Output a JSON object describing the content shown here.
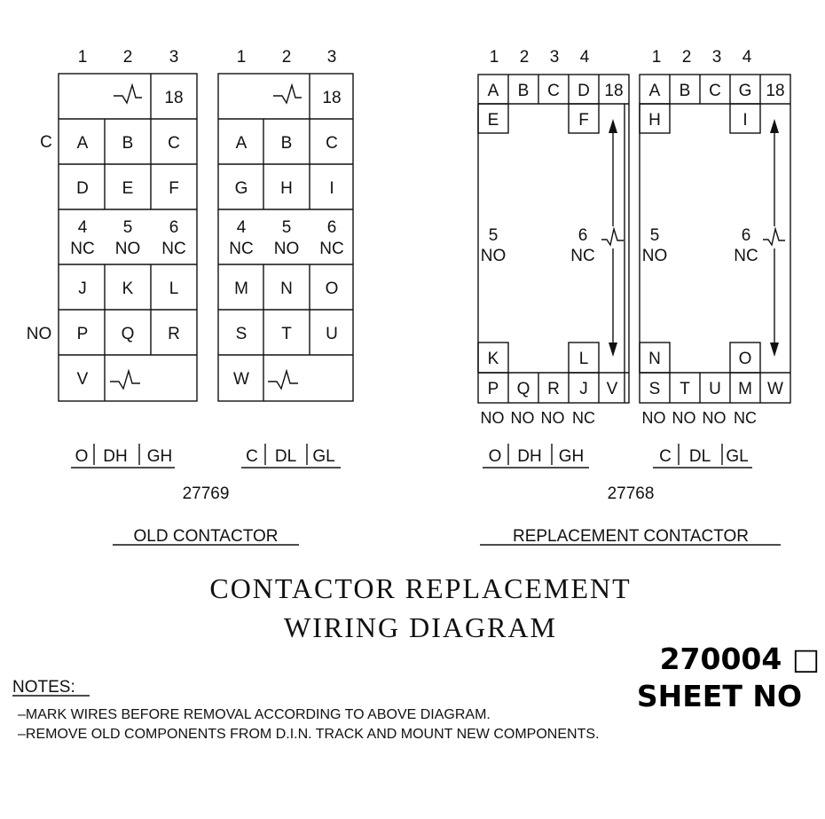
{
  "old": {
    "col_nums": [
      "1",
      "2",
      "3",
      "1",
      "2",
      "3"
    ],
    "side_c": "C",
    "side_no": "NO",
    "cell_18": "18",
    "left": {
      "row1": [
        "A",
        "B",
        "C"
      ],
      "row2": [
        "D",
        "E",
        "F"
      ],
      "row3_num": [
        "4",
        "5",
        "6"
      ],
      "row3_type": [
        "NC",
        "NO",
        "NC"
      ],
      "row4": [
        "J",
        "K",
        "L"
      ],
      "row5": [
        "P",
        "Q",
        "R"
      ],
      "row6": "V"
    },
    "right": {
      "row1": [
        "A",
        "B",
        "C"
      ],
      "row2": [
        "G",
        "H",
        "I"
      ],
      "row3_num": [
        "4",
        "5",
        "6"
      ],
      "row3_type": [
        "NC",
        "NO",
        "NC"
      ],
      "row4": [
        "M",
        "N",
        "O"
      ],
      "row5": [
        "S",
        "T",
        "U"
      ],
      "row6": "W"
    },
    "codes_left": [
      "O",
      "DH",
      "GH"
    ],
    "codes_right": [
      "C",
      "DL",
      "GL"
    ],
    "part_number": "27769",
    "caption": "OLD CONTACTOR"
  },
  "repl": {
    "col_nums": [
      "1",
      "2",
      "3",
      "4",
      "1",
      "2",
      "3",
      "4"
    ],
    "cell_18": "18",
    "left": {
      "top": [
        "A",
        "B",
        "C",
        "D"
      ],
      "e": "E",
      "f": "F",
      "mid_left_num": "5",
      "mid_left_type": "NO",
      "mid_right_num": "6",
      "mid_right_type": "NC",
      "k": "K",
      "l": "L",
      "bottom": [
        "P",
        "Q",
        "R",
        "J",
        "V"
      ],
      "below": [
        "NO",
        "NO",
        "NO",
        "NC"
      ]
    },
    "right": {
      "top": [
        "A",
        "B",
        "C",
        "G"
      ],
      "h": "H",
      "i": "I",
      "mid_left_num": "5",
      "mid_left_type": "NO",
      "mid_right_num": "6",
      "mid_right_type": "NC",
      "n": "N",
      "o": "O",
      "bottom": [
        "S",
        "T",
        "U",
        "M",
        "W"
      ],
      "below": [
        "NO",
        "NO",
        "NO",
        "NC"
      ]
    },
    "codes_left": [
      "O",
      "DH",
      "GH"
    ],
    "codes_right": [
      "C",
      "DL",
      "GL"
    ],
    "part_number": "27768",
    "caption": "REPLACEMENT CONTACTOR"
  },
  "title_line1": "CONTACTOR REPLACEMENT",
  "title_line2": "WIRING DIAGRAM",
  "sheet_number": "270004 □",
  "sheet_label": "SHEET NO",
  "notes": {
    "heading": "NOTES:",
    "lines": [
      "–MARK WIRES BEFORE REMOVAL ACCORDING TO ABOVE DIAGRAM.",
      "–REMOVE OLD COMPONENTS FROM D.I.N. TRACK AND MOUNT NEW COMPONENTS."
    ]
  }
}
